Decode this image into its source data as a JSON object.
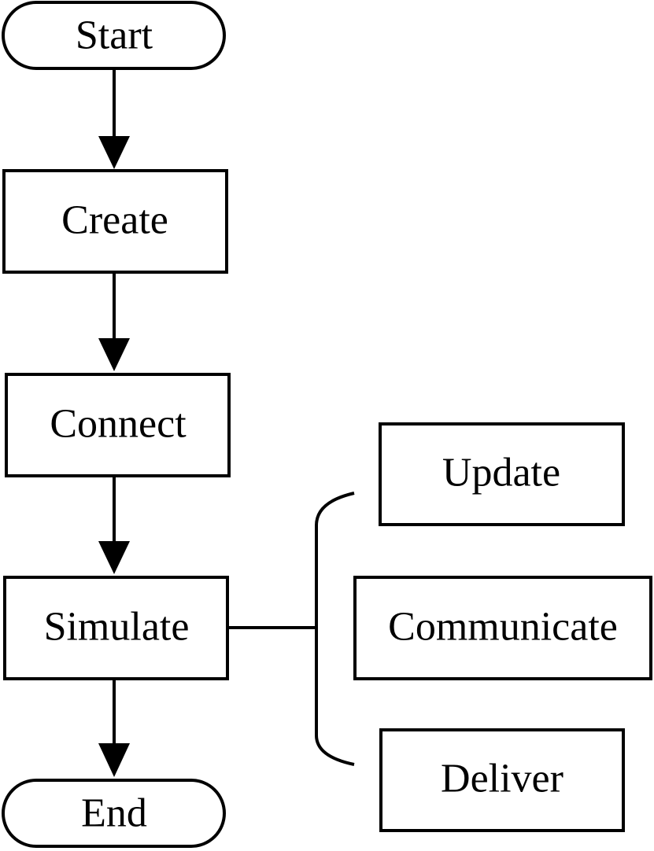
{
  "flowchart": {
    "main": {
      "start": "Start",
      "create": "Create",
      "connect": "Connect",
      "simulate": "Simulate",
      "end": "End"
    },
    "substeps": {
      "update": "Update",
      "communicate": "Communicate",
      "deliver": "Deliver"
    }
  },
  "colors": {
    "stroke": "#000000",
    "background": "#ffffff"
  }
}
